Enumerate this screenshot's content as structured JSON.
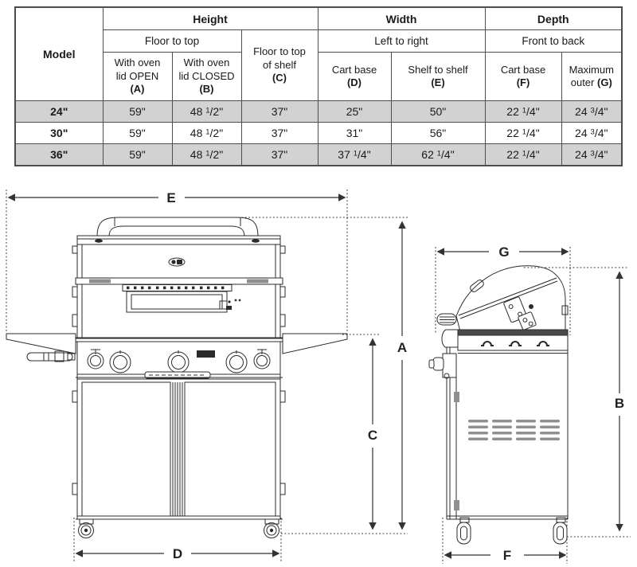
{
  "table": {
    "model_header": "Model",
    "groups": {
      "height": "Height",
      "width": "Width",
      "depth": "Depth"
    },
    "spans": {
      "floor_to_top": "Floor to top",
      "left_to_right": "Left to right",
      "front_to_back": "Front to back"
    },
    "columns": [
      {
        "text": "With oven\nlid OPEN",
        "letter": "(A)"
      },
      {
        "text": "With oven\nlid CLOSED",
        "letter": "(B)"
      },
      {
        "text": "Floor to top\nof shelf",
        "letter": "(C)"
      },
      {
        "text": "Cart base",
        "letter": "(D)"
      },
      {
        "text": "Shelf to shelf",
        "letter": "(E)"
      },
      {
        "text": "Cart base",
        "letter": "(F)"
      },
      {
        "text": "Maximum\nouter",
        "letter": "(G)"
      }
    ],
    "rows": [
      {
        "model": "24\"",
        "a": "59\"",
        "b": "48 1/2\"",
        "c": "37\"",
        "d": "25\"",
        "e": "50\"",
        "f": "22 1/4\"",
        "g": "24 3/4\""
      },
      {
        "model": "30\"",
        "a": "59\"",
        "b": "48 1/2\"",
        "c": "37\"",
        "d": "31\"",
        "e": "56\"",
        "f": "22 1/4\"",
        "g": "24 3/4\""
      },
      {
        "model": "36\"",
        "a": "59\"",
        "b": "48 1/2\"",
        "c": "37\"",
        "d": "37 1/4\"",
        "e": "62 1/4\"",
        "f": "22 1/4\"",
        "g": "24 3/4\""
      }
    ]
  },
  "diagram": {
    "labels": {
      "A": "A",
      "B": "B",
      "C": "C",
      "D": "D",
      "E": "E",
      "F": "F",
      "G": "G"
    }
  },
  "colors": {
    "row_shade": "#d2d2d2",
    "table_border": "#4d4d4d",
    "line": "#2b2b2b"
  }
}
